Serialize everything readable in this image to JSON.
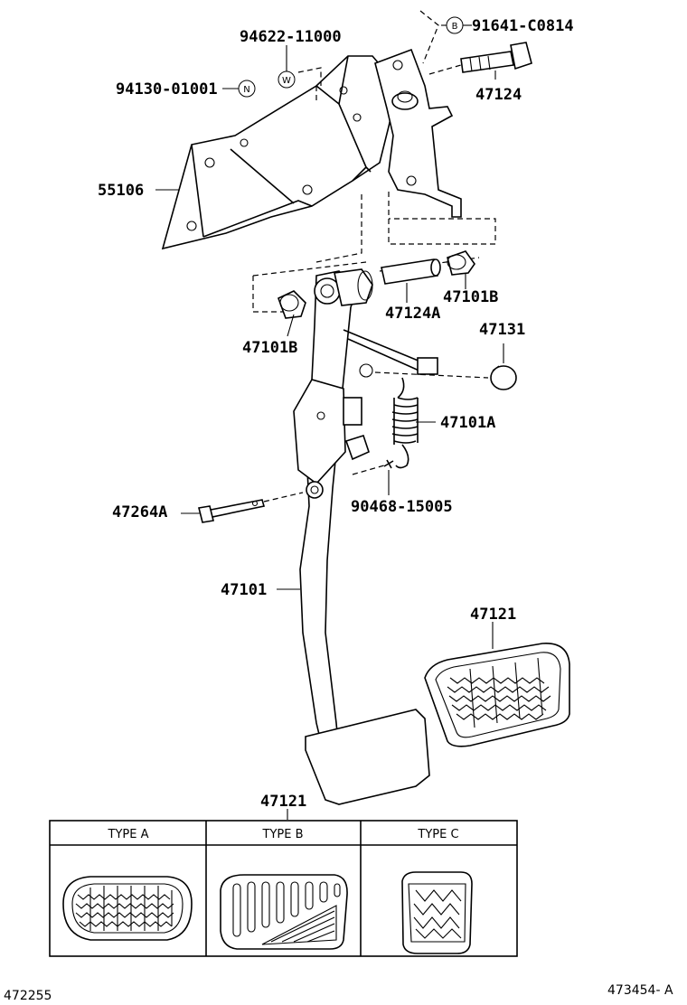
{
  "labels": {
    "p_9462211000": "94622-11000",
    "p_9413001001": "94130-01001",
    "p_91641C0814": "91641-C0814",
    "p_47124": "47124",
    "p_55106": "55106",
    "p_47124A": "47124A",
    "p_47101B_right": "47101B",
    "p_47101B_left": "47101B",
    "p_47131": "47131",
    "p_47101A": "47101A",
    "p_47264A": "47264A",
    "p_9046815005": "90468-15005",
    "p_47101": "47101",
    "p_47121_top": "47121",
    "p_47121_table": "47121"
  },
  "callouts": {
    "w": "W",
    "n": "N",
    "b": "B"
  },
  "table": {
    "columns": [
      "TYPE A",
      "TYPE B",
      "TYPE C"
    ]
  },
  "footer": {
    "left_code": "472255",
    "right_code": "473454- A"
  }
}
